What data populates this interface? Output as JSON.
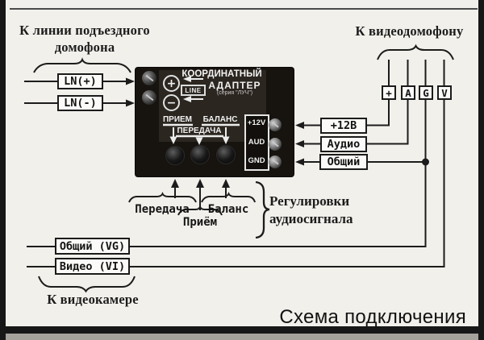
{
  "headings": {
    "entry_line1": "К линии подъездного",
    "entry_line2": "домофона",
    "monitor": "К видеодомофону",
    "camera": "К видеокамере",
    "scheme_title": "Схема подключения"
  },
  "entry_wires": {
    "ln_plus": "LN(+)",
    "ln_minus": "LN(-)"
  },
  "adapter": {
    "name_line1": "КООРДИНАТНЫЙ",
    "name_line2": "АДАПТЕР",
    "series": "(серия \"ЛУЧ\")",
    "line_label": "LINE",
    "plus": "+",
    "minus": "−",
    "trim_receive": "ПРИЕМ",
    "trim_balance": "БАЛАНС",
    "trim_transmit": "ПЕРЕДАЧА",
    "term_power": "+12V",
    "term_audio": "AUD",
    "term_ground": "GND"
  },
  "monitor_pins": [
    "+",
    "A",
    "G",
    "V"
  ],
  "monitor_wires": {
    "power": "+12В",
    "audio": "Аудио",
    "common": "Общий"
  },
  "adjustments": {
    "transmit": "Передача",
    "receive": "Приём",
    "balance": "Баланс",
    "caption_line1": "Регулировки",
    "caption_line2": "аудиосигнала"
  },
  "camera_wires": {
    "common": "Общий (VG)",
    "video": "Видео (VI)"
  },
  "colors": {
    "wire": "#1c1c1c",
    "background": "#f2f0eb",
    "adapter": "#17130f"
  }
}
